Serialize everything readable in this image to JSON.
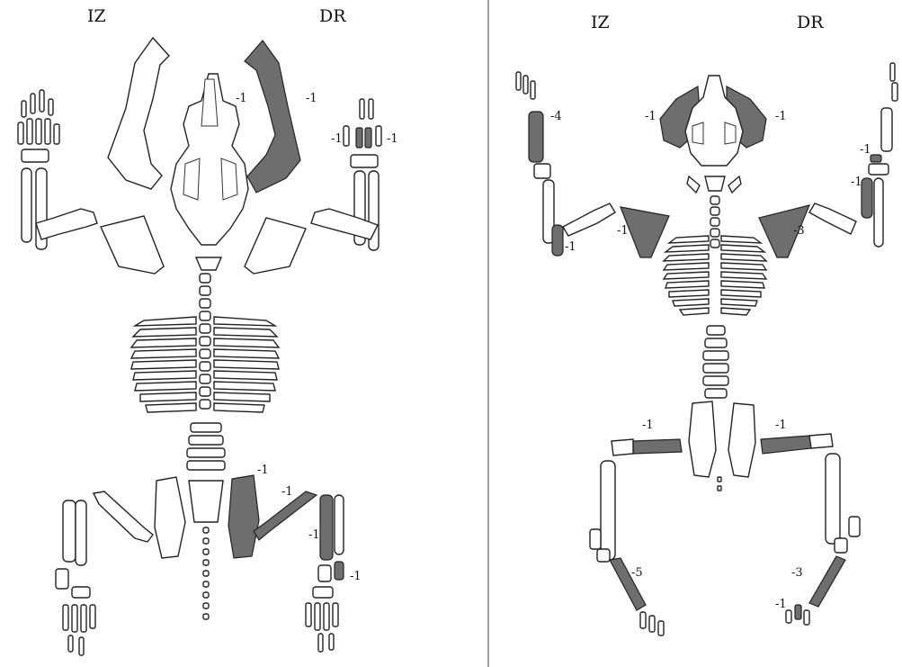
{
  "figure": {
    "left_panel": {
      "header_left": "IZ",
      "header_right": "DR",
      "labels": {
        "skull": "-1",
        "right_mandible": "-1",
        "right_carpal_a": "-1",
        "right_carpal_b": "-1",
        "right_pelvis": "-1",
        "right_femur": "-1",
        "right_tibia": "-1",
        "right_tarsal": "-1"
      }
    },
    "right_panel": {
      "header_left": "IZ",
      "header_right": "DR",
      "labels": {
        "left_radius": "-4",
        "left_mandible": "-1",
        "right_mandible": "-1",
        "right_carpal": "-1",
        "right_radius": "-1",
        "left_ulna": "-1",
        "left_scapula": "-1",
        "right_scapula": "-3",
        "left_femur": "-1",
        "right_femur": "-1",
        "left_metatarsal": "-5",
        "right_metatarsal": "-3",
        "right_phalanx": "-1"
      }
    }
  }
}
